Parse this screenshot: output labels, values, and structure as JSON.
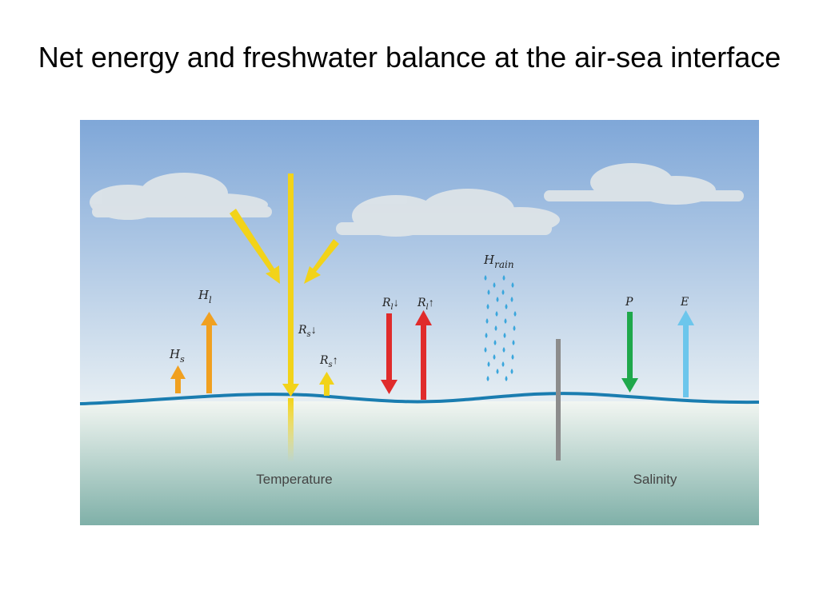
{
  "slide": {
    "title": "Net energy and freshwater balance at the air-sea interface"
  },
  "diagram": {
    "labels": {
      "sensible_heat": {
        "base": "H",
        "sub": "s"
      },
      "latent_heat": {
        "base": "H",
        "sub": "l"
      },
      "shortwave_down": {
        "base": "R",
        "sub": "s",
        "arrow": "↓"
      },
      "shortwave_up": {
        "base": "R",
        "sub": "s",
        "arrow": "↑"
      },
      "longwave_down": {
        "base": "R",
        "sub": "l",
        "arrow": "↓"
      },
      "longwave_up": {
        "base": "R",
        "sub": "l",
        "arrow": "↑"
      },
      "rain_heat": {
        "base": "H",
        "sub": "rain"
      },
      "precipitation": {
        "base": "P"
      },
      "evaporation": {
        "base": "E"
      }
    },
    "sections": {
      "temperature": "Temperature",
      "salinity": "Salinity"
    },
    "colors": {
      "sky_top": "#7fa7d8",
      "sky_bottom": "#e6eef3",
      "sea_top": "#f2f6f2",
      "sea_bottom": "#7fb0a8",
      "waterline": "#1a7db0",
      "shortwave": "#f2d31a",
      "heat_flux": "#f0a020",
      "longwave": "#e02b2b",
      "precipitation": "#1fa84b",
      "evaporation": "#6cc6ec",
      "rain": "#3aa6dc",
      "divider": "#8c8c8c",
      "section_text": "#444444"
    }
  }
}
